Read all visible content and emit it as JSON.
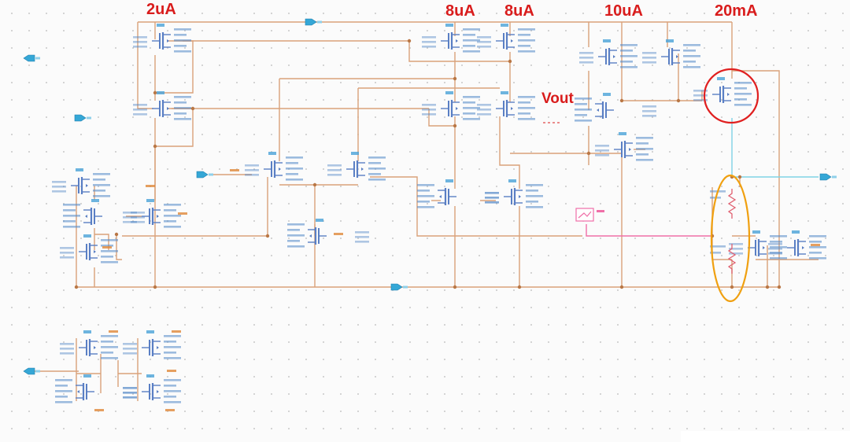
{
  "annotations": {
    "current_2uA": "2uA",
    "current_8uA_left": "8uA",
    "current_8uA_right": "8uA",
    "current_10uA": "10uA",
    "current_20mA": "20mA",
    "vout": "Vout"
  },
  "colors": {
    "wire": "#d9a27a",
    "pin": "#35a7d6",
    "device": "#5a7fc4",
    "device_text": "#4f86c6",
    "label_red": "#d91c1c",
    "highlight_red": "#e02020",
    "highlight_orange": "#f0a010",
    "probe_pink": "#f06fa8",
    "resistor": "#e06070",
    "cyan_wire": "#7fd3e6"
  },
  "icons": {
    "pin": "pin-arrow-icon",
    "transistor": "mosfet-symbol-icon",
    "resistor": "resistor-symbol-icon",
    "probe": "probe-icon"
  }
}
